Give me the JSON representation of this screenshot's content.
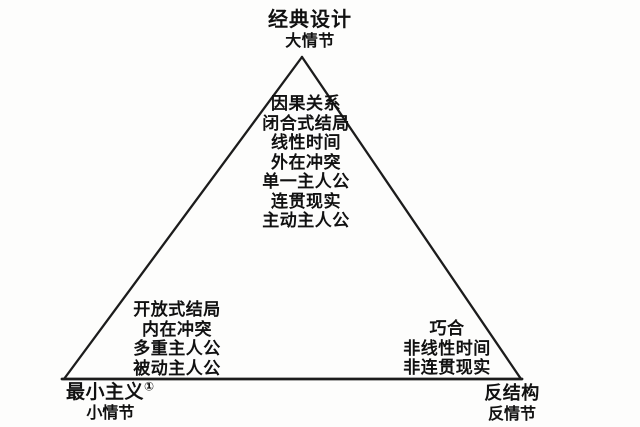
{
  "diagram": {
    "name": "story-design-triangle",
    "apex": {
      "title": "经典设计",
      "subtitle": "大情节"
    },
    "center_traits": [
      "因果关系",
      "闭合式结局",
      "线性时间",
      "外在冲突",
      "单一主人公",
      "连贯现实",
      "主动主人公"
    ],
    "left_traits": [
      "开放式结局",
      "内在冲突",
      "多重主人公",
      "被动主人公"
    ],
    "right_traits": [
      "巧合",
      "非线性时间",
      "非连贯现实"
    ],
    "bottom_left": {
      "title": "最小主义",
      "footnote_mark": "①",
      "subtitle": "小情节"
    },
    "bottom_right": {
      "title": "反结构",
      "subtitle": "反情节"
    },
    "colors": {
      "line": "#1c1c1c",
      "text": "#111111",
      "background": "#fdfdfc"
    }
  }
}
